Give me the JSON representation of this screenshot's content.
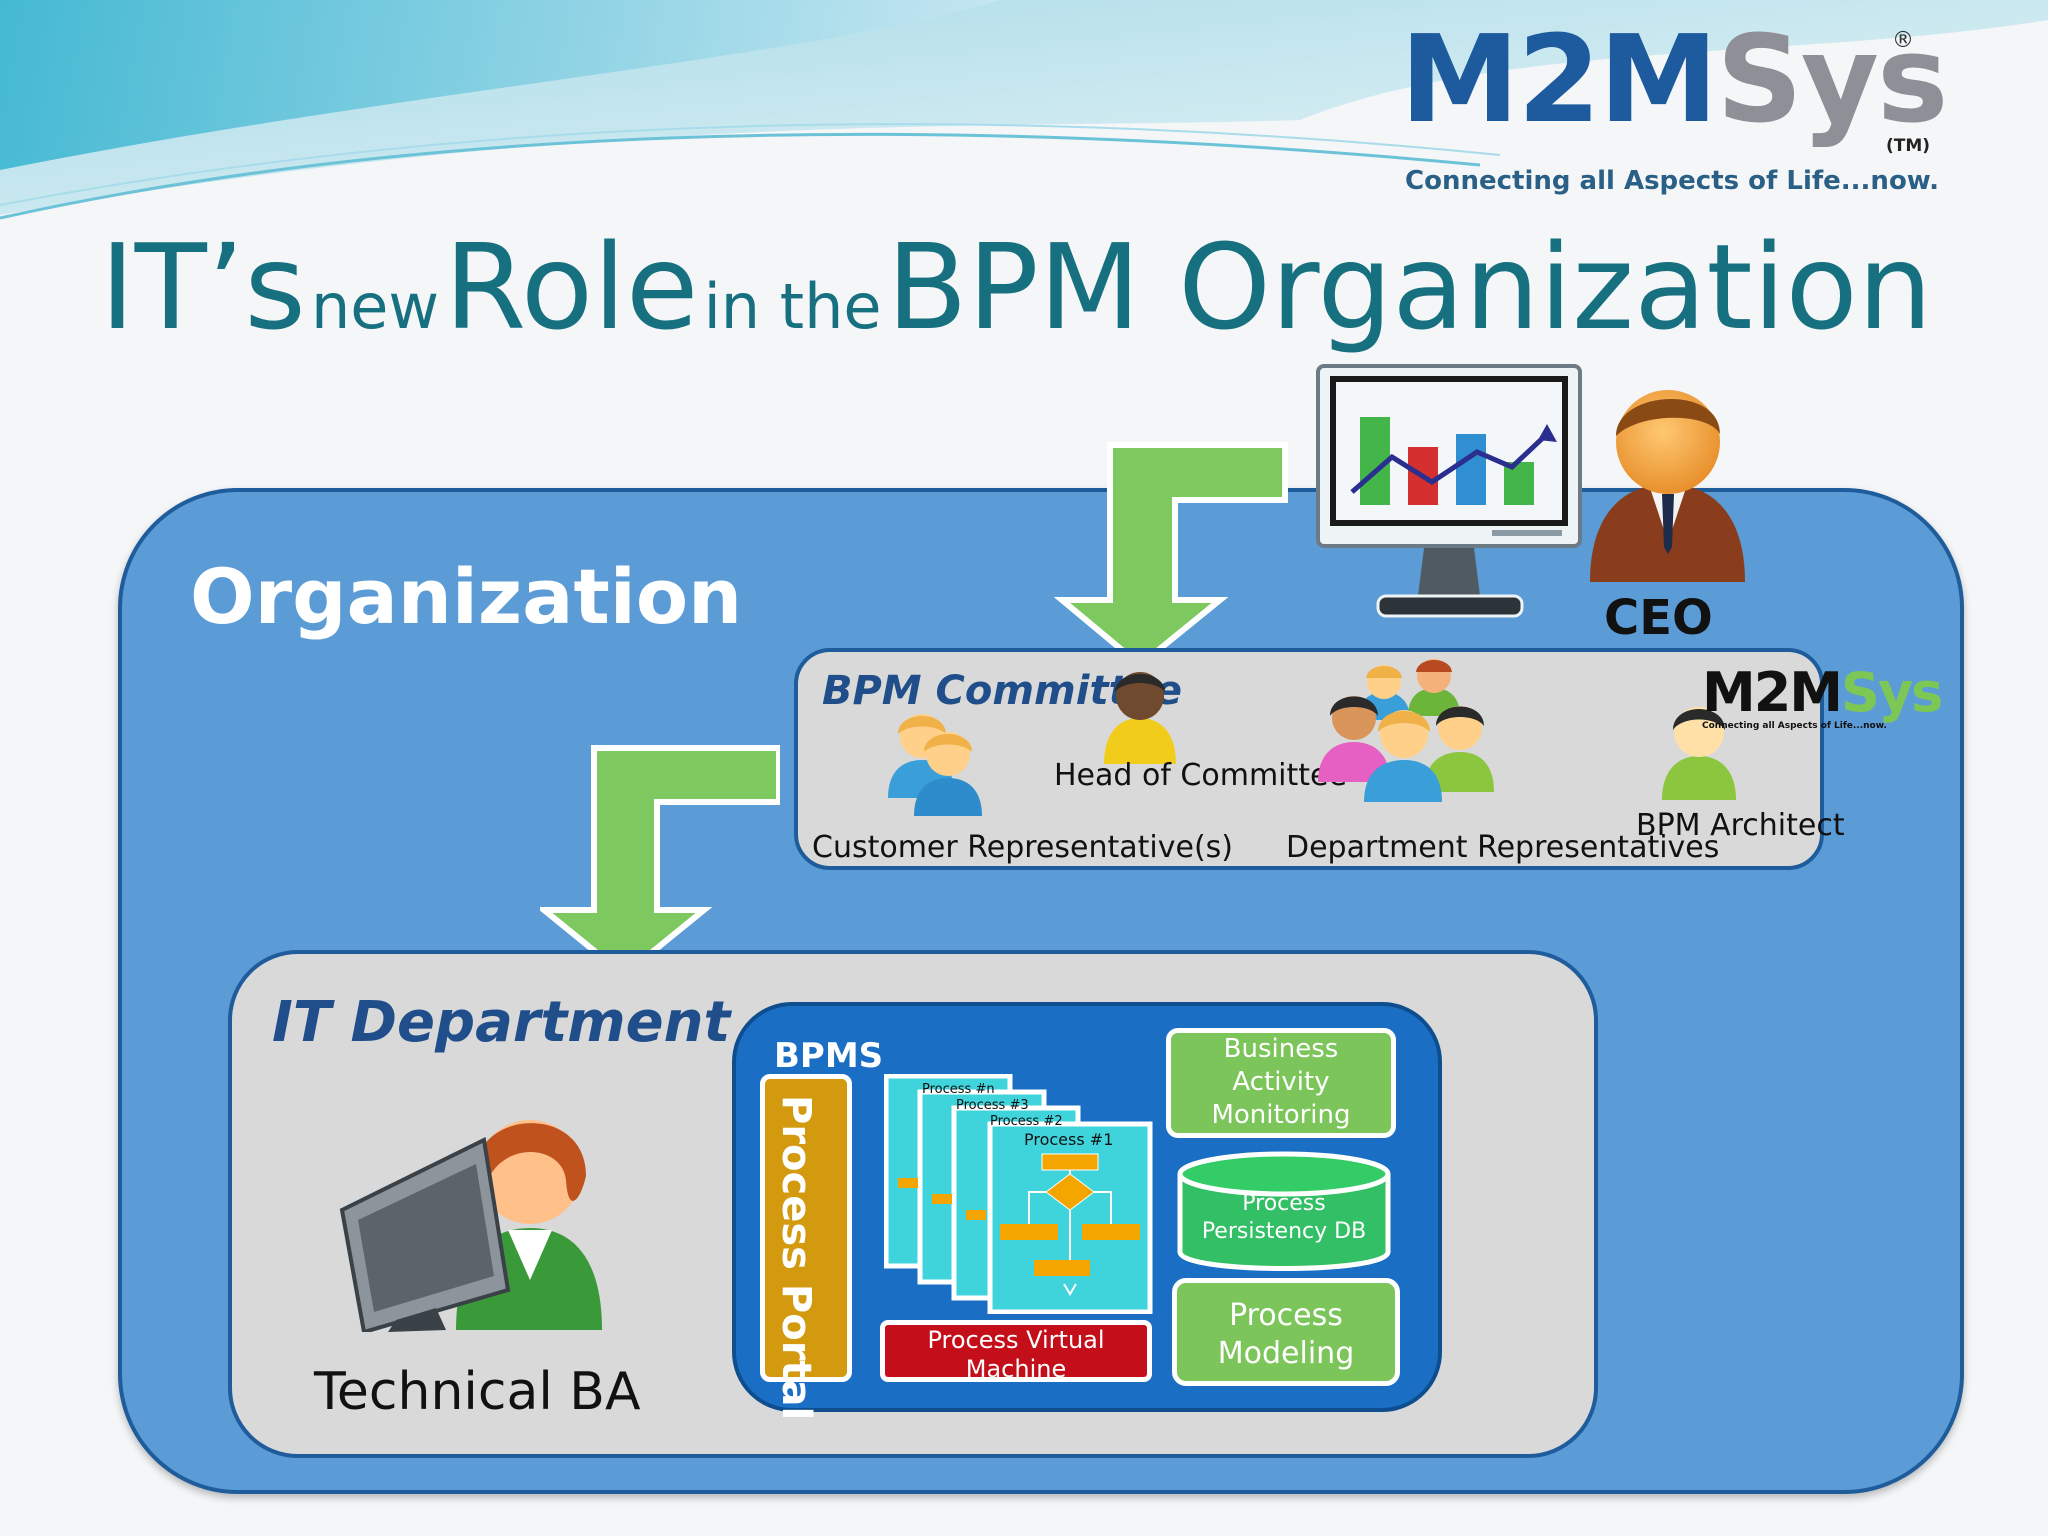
{
  "logo": {
    "part1": "M2M",
    "part2": "Sys",
    "registered": "®",
    "tagline": "Connecting all Aspects of Life...now.",
    "tm": "(TM)"
  },
  "title": {
    "w1": "IT’s",
    "w2": "new",
    "w3": "Role",
    "w4": "in the",
    "w5": "BPM Organization"
  },
  "organization": {
    "label": "Organization"
  },
  "ceo": {
    "label": "CEO"
  },
  "committee": {
    "label": "BPM Committee",
    "head": "Head of Committee",
    "customer": "Customer Representative(s)",
    "departments": "Department Representatives",
    "architect": "BPM Architect",
    "logo_tagline": "Connecting all Aspects of Life...now."
  },
  "it": {
    "label": "IT Department",
    "technical_ba": "Technical BA"
  },
  "bpms": {
    "label": "BPMS",
    "portal": "Process Portal",
    "bam": [
      "Business",
      "Activity",
      "Monitoring"
    ],
    "db": [
      "Process",
      "Persistency DB"
    ],
    "modeling": [
      "Process",
      "Modeling"
    ],
    "pvm": [
      "Process Virtual",
      "Machine"
    ],
    "processes": [
      "Process #n",
      "Process #3",
      "Process #2",
      "Process #1"
    ]
  },
  "colors": {
    "title": "#17707f",
    "org_fill": "#5b9bd6",
    "bpms_fill": "#1a6fc4",
    "green": "#7cc55a",
    "arrow": "#7ec95f",
    "portal": "#d49a0f",
    "pvm": "#c40f1a",
    "cyan": "#3fd4dc"
  }
}
